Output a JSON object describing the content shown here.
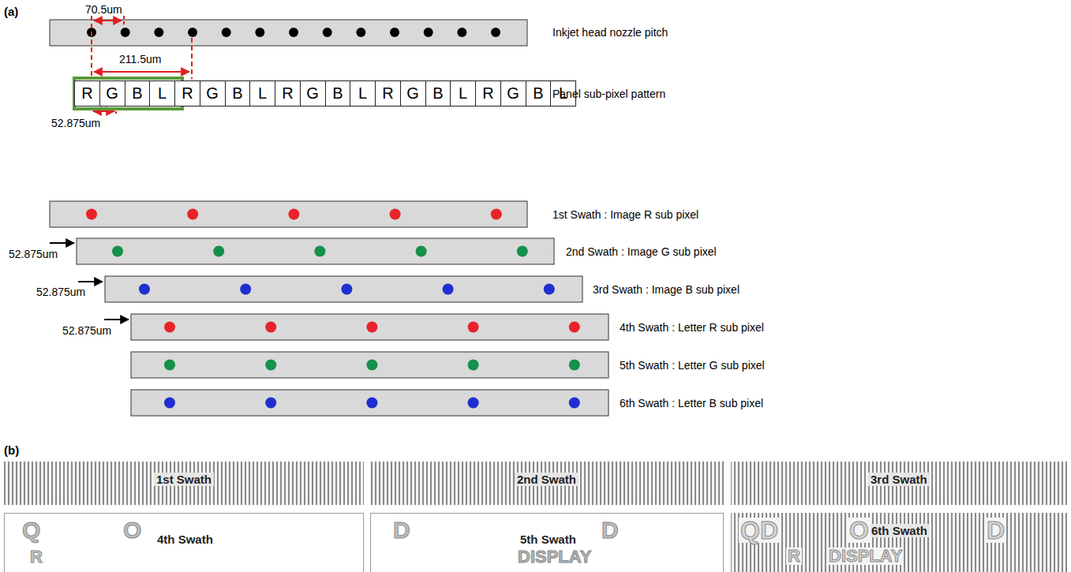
{
  "diagram": {
    "nodes": [
      {
        "text": [
          "R"
        ]
      },
      {
        "text": [
          "G"
        ]
      },
      {
        "text": [
          "B"
        ]
      },
      {
        "text": [
          "L"
        ]
      },
      {
        "text": [
          "R"
        ]
      },
      {
        "text": [
          "G"
        ]
      },
      {
        "text": [
          "B"
        ]
      },
      {
        "text": [
          "L"
        ]
      },
      {
        "text": [
          "R"
        ]
      },
      {
        "text": [
          "G"
        ]
      },
      {
        "text": [
          "B"
        ]
      },
      {
        "text": [
          "L"
        ]
      },
      {
        "text": [
          "R"
        ]
      },
      {
        "text": [
          "G"
        ]
      },
      {
        "text": [
          "B"
        ]
      },
      {
        "text": [
          "L"
        ]
      },
      {
        "text": [
          "R"
        ]
      },
      {
        "text": [
          "G"
        ]
      },
      {
        "text": [
          "B"
        ]
      },
      {
        "text": [
          "L"
        ]
      },
      {
        "text": [
          "1st Swath"
        ]
      },
      {
        "text": [
          "2nd Swath"
        ]
      },
      {
        "text": [
          "3rd Swath"
        ]
      },
      {
        "text": [
          "4th Swath",
          "Q",
          "O",
          "R"
        ]
      },
      {
        "text": [
          "5th Swath",
          "D",
          "D",
          "DISPLAY"
        ]
      },
      {
        "text": [
          "6th Swath",
          "QD",
          "O",
          "D",
          "R",
          "DISPLAY"
        ]
      }
    ],
    "labels": [
      "(a)",
      "70.5um",
      "Inkjet head nozzle pitch",
      "211.5um",
      "Panel sub-pixel pattern",
      "52.875um",
      "1st Swath : Image R sub pixel",
      "52.875um",
      "2nd Swath : Image G sub pixel",
      "52.875um",
      "3rd Swath : Image B sub pixel",
      "52.875um",
      "4th Swath : Letter R sub pixel",
      "5th Swath : Letter G sub pixel",
      "6th Swath : Letter B sub pixel",
      "(b)"
    ]
  }
}
